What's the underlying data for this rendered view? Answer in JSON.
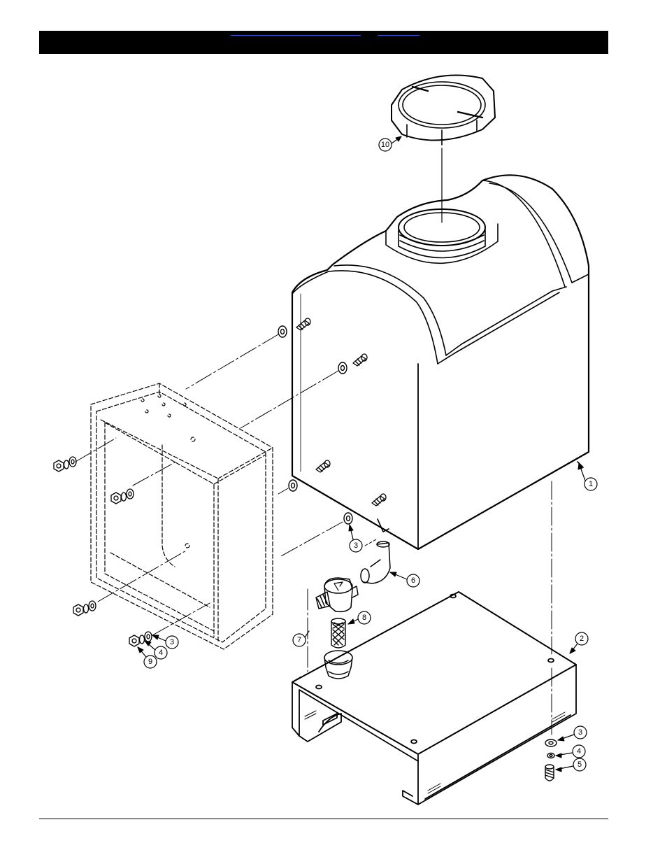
{
  "header": {
    "links": [
      {
        "label": ""
      },
      {
        "label": ""
      }
    ]
  },
  "callouts": [
    "10",
    "1",
    "2",
    "3",
    "4",
    "5",
    "6",
    "7",
    "8",
    "9"
  ],
  "colors": {
    "header_bar": "#000000",
    "link_underline": "#3a5bd9",
    "line_art": "#000000"
  }
}
